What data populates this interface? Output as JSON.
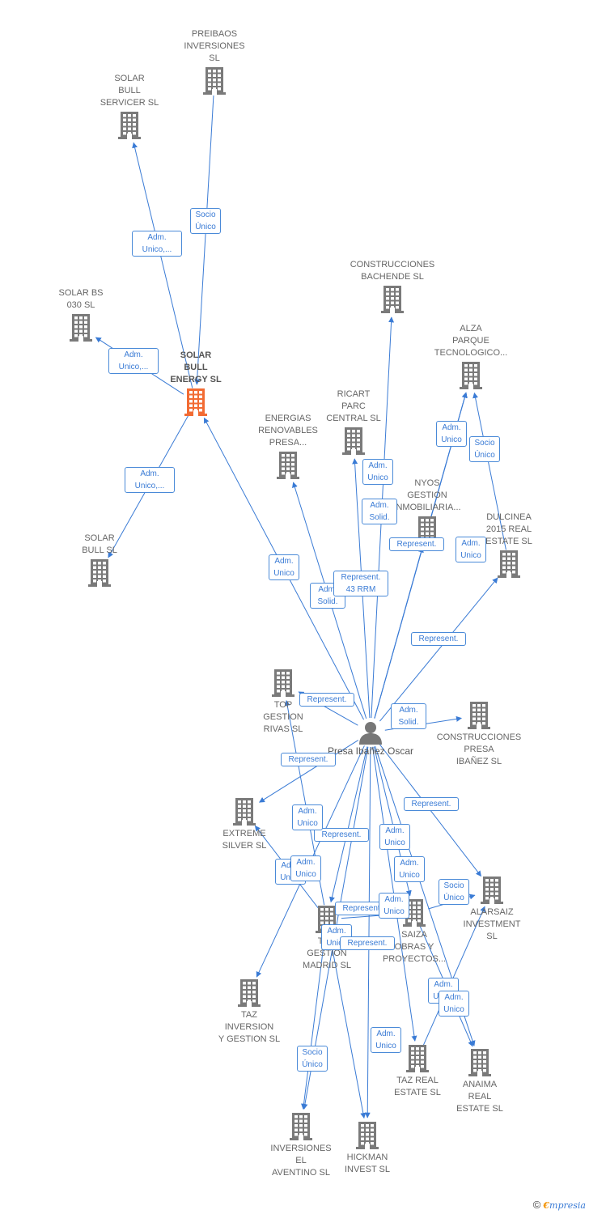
{
  "colors": {
    "edge": "#3a7bd5",
    "building": "#7a7a7a",
    "focus": "#f26b33",
    "label_text": "#666666"
  },
  "icons": {
    "company": "building-icon",
    "person": "person-icon"
  },
  "nodes": [
    {
      "id": "preibaos",
      "label": "PREIBAOS\nINVERSIONES\nSL",
      "type": "company"
    },
    {
      "id": "solar_servicer",
      "label": "SOLAR\nBULL\nSERVICER  SL",
      "type": "company"
    },
    {
      "id": "solar_bs030",
      "label": "SOLAR BS\n030  SL",
      "type": "company"
    },
    {
      "id": "solar_energy",
      "label": "SOLAR\nBULL\nENERGY  SL",
      "type": "focus"
    },
    {
      "id": "solar_bull",
      "label": "SOLAR\nBULL  SL",
      "type": "company"
    },
    {
      "id": "bachende",
      "label": "CONSTRUCCIONES\nBACHENDE SL",
      "type": "company"
    },
    {
      "id": "alza",
      "label": "ALZA\nPARQUE\nTECNOLOGICO...",
      "type": "company"
    },
    {
      "id": "ricart",
      "label": "RICART\nPARC\nCENTRAL SL",
      "type": "company"
    },
    {
      "id": "energias",
      "label": "ENERGIAS\nRENOVABLES\nPRESA...",
      "type": "company"
    },
    {
      "id": "nyos",
      "label": "NYOS\nGESTION\nINMOBILIARIA...",
      "type": "company"
    },
    {
      "id": "dulcinea",
      "label": "DULCINEA\n2015 REAL\nESTATE  SL",
      "type": "company"
    },
    {
      "id": "top_rivas",
      "label": "TOP\nGESTION\nRIVAS  SL",
      "type": "company"
    },
    {
      "id": "person",
      "label": "Presa\nIbañez\nOscar",
      "type": "person"
    },
    {
      "id": "construcciones_presa",
      "label": "CONSTRUCCIONES\nPRESA\nIBAÑEZ SL",
      "type": "company"
    },
    {
      "id": "extreme",
      "label": "EXTREME\nSILVER  SL",
      "type": "company"
    },
    {
      "id": "alarsaiz",
      "label": "ALARSAIZ\nINVESTMENT\nSL",
      "type": "company"
    },
    {
      "id": "top_madrid",
      "label": "TOP\nGESTION\nMADRID  SL",
      "type": "company"
    },
    {
      "id": "saiza",
      "label": "SAIZA\nOBRAS Y\nPROYECTOS...",
      "type": "company"
    },
    {
      "id": "taz_inversion",
      "label": "TAZ\nINVERSION\nY GESTION  SL",
      "type": "company"
    },
    {
      "id": "taz_real",
      "label": "TAZ REAL\nESTATE  SL",
      "type": "company"
    },
    {
      "id": "anaima",
      "label": "ANAIMA\nREAL\nESTATE  SL",
      "type": "company"
    },
    {
      "id": "aventino",
      "label": "INVERSIONES\nEL\nAVENTINO  SL",
      "type": "company"
    },
    {
      "id": "hickman",
      "label": "HICKMAN\nINVEST  SL",
      "type": "company"
    }
  ],
  "edges": [
    {
      "from": "preibaos",
      "to": "solar_energy",
      "label": "Socio\nÚnico"
    },
    {
      "from": "solar_energy",
      "to": "solar_servicer",
      "label": "Adm.\nUnico,..."
    },
    {
      "from": "solar_energy",
      "to": "solar_bs030",
      "label": "Adm.\nUnico,..."
    },
    {
      "from": "solar_energy",
      "to": "solar_bull",
      "label": "Adm.\nUnico,..."
    },
    {
      "from": "person",
      "to": "solar_energy",
      "label": "Adm.\nUnico"
    },
    {
      "from": "person",
      "to": "energias",
      "label": "Adm.\nSolid."
    },
    {
      "from": "person",
      "to": "ricart",
      "label": "Adm.\nUnico"
    },
    {
      "from": "person",
      "to": "bachende",
      "label": "Adm.\nSolid."
    },
    {
      "from": "person",
      "to": "nyos",
      "label": "Represent.\n43 RRM"
    },
    {
      "from": "person",
      "to": "alza",
      "label": "Adm.\nUnico"
    },
    {
      "from": "nyos",
      "to": "alza",
      "label": "Represent."
    },
    {
      "from": "dulcinea",
      "to": "alza",
      "label": "Socio\nÚnico"
    },
    {
      "from": "person",
      "to": "dulcinea",
      "label": "Represent."
    },
    {
      "from": "person",
      "to": "alza",
      "label": "Adm.\nUnico"
    },
    {
      "from": "person",
      "to": "top_rivas",
      "label": "Represent."
    },
    {
      "from": "person",
      "to": "construcciones_presa",
      "label": "Adm.\nSolid."
    },
    {
      "from": "person",
      "to": "extreme",
      "label": "Represent."
    },
    {
      "from": "person",
      "to": "alarsaiz",
      "label": "Represent."
    },
    {
      "from": "person",
      "to": "top_madrid",
      "label": "Represent."
    },
    {
      "from": "person",
      "to": "saiza",
      "label": "Adm.\nUnico"
    },
    {
      "from": "person",
      "to": "taz_inversion",
      "label": "Adm.\nUnico"
    },
    {
      "from": "person",
      "to": "taz_real",
      "label": "Socio\nÚnico"
    },
    {
      "from": "person",
      "to": "anaima",
      "label": "Adm.\nUnico"
    },
    {
      "from": "person",
      "to": "aventino",
      "label": "Adm.\nUnico"
    },
    {
      "from": "person",
      "to": "hickman",
      "label": "Adm.\nUnico"
    },
    {
      "from": "top_madrid",
      "to": "extreme",
      "label": "Adm.\nUnico"
    },
    {
      "from": "top_madrid",
      "to": "saiza",
      "label": "Represent."
    },
    {
      "from": "top_madrid",
      "to": "hickman",
      "label": "Represent."
    },
    {
      "from": "saiza",
      "to": "alarsaiz",
      "label": "Socio\nÚnico"
    },
    {
      "from": "taz_real",
      "to": "alarsaiz",
      "label": "Adm.\nUnico"
    },
    {
      "from": "saiza",
      "to": "anaima",
      "label": "Adm.\nUnico"
    },
    {
      "from": "top_madrid",
      "to": "aventino",
      "label": "Adm.\nUnico"
    },
    {
      "from": "top_madrid",
      "to": "top_rivas",
      "label": "Adm.\nUnico"
    }
  ],
  "footer": {
    "copyright": "©",
    "brand_first": "€",
    "brand_rest": "mpresia"
  }
}
